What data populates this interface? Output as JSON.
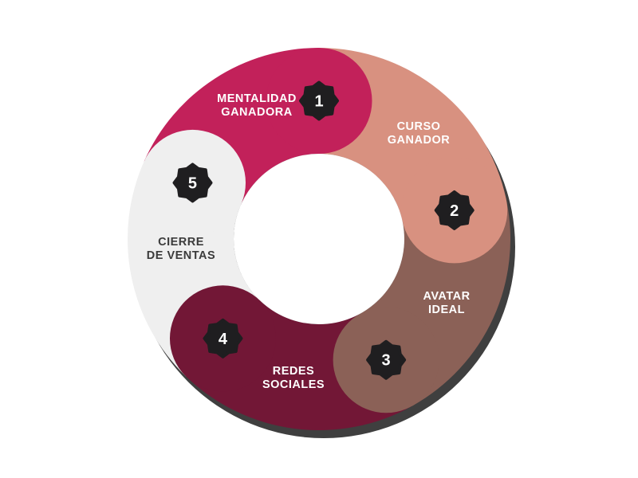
{
  "diagram": {
    "shadow_color": "#3f3f3f",
    "badge_color": "#1f1e20",
    "segments": [
      {
        "number": "1",
        "line1": "MENTALIDAD",
        "line2": "GANADORA",
        "color": "#c2215a",
        "text_color": "#ffffff"
      },
      {
        "number": "2",
        "line1": "CURSO",
        "line2": "GANADOR",
        "color": "#d89180",
        "text_color": "#ffffff"
      },
      {
        "number": "3",
        "line1": "AVATAR",
        "line2": "IDEAL",
        "color": "#8b6157",
        "text_color": "#ffffff"
      },
      {
        "number": "4",
        "line1": "REDES",
        "line2": "SOCIALES",
        "color": "#721736",
        "text_color": "#ffffff"
      },
      {
        "number": "5",
        "line1": "CIERRE",
        "line2": "DE VENTAS",
        "color": "#efefef",
        "text_color": "#3b3b3b"
      }
    ]
  }
}
